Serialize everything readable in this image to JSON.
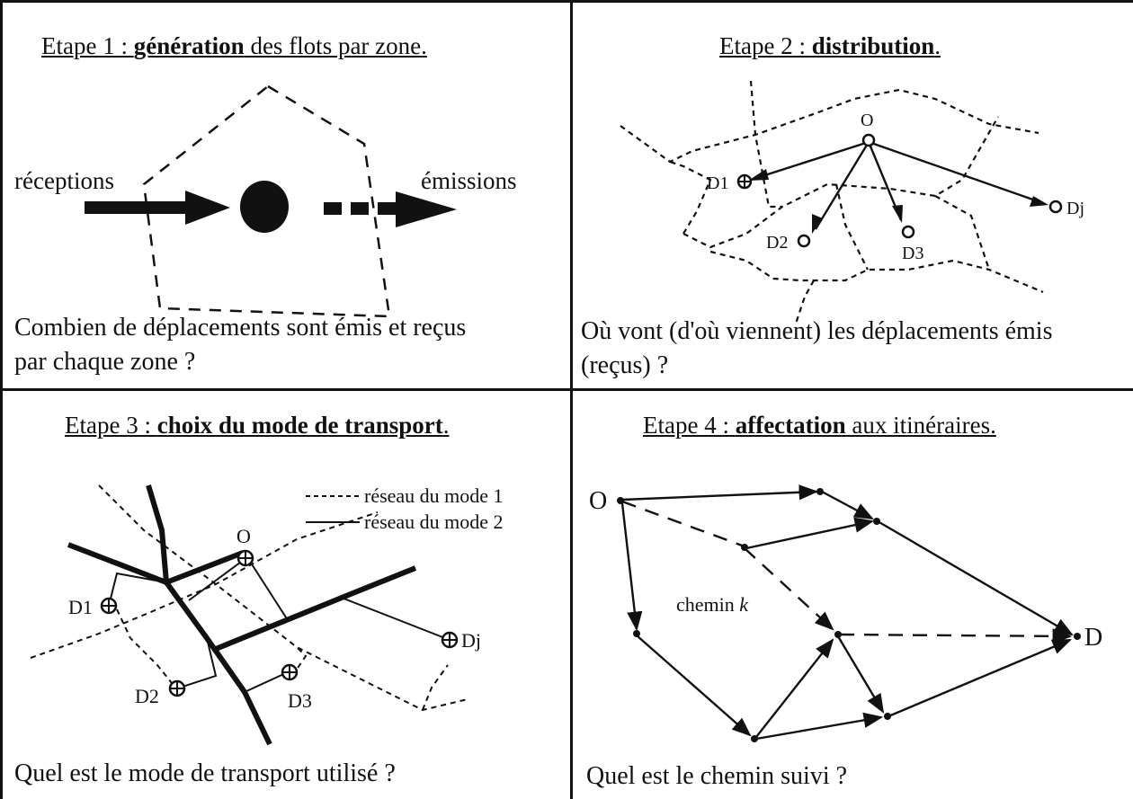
{
  "panels": [
    {
      "title_prefix": "Etape 1 : ",
      "title_bold": "génération",
      "title_suffix": " des flots par zone.",
      "caption_line1": "Combien de déplacements sont émis et reçus",
      "caption_line2": "par chaque zone ?",
      "labels": {
        "receptions": "réceptions",
        "emissions": "émissions"
      }
    },
    {
      "title_prefix": "Etape 2 : ",
      "title_bold": "distribution",
      "title_suffix": ".",
      "caption_line1": "Où vont (d'où viennent) les déplacements émis",
      "caption_line2": "(reçus) ?",
      "labels": {
        "origin": "O",
        "d1": "D1",
        "d2": "D2",
        "d3": "D3",
        "dj": "Dj"
      }
    },
    {
      "title_prefix": "Etape 3 : ",
      "title_bold": "choix du mode de transport",
      "title_suffix": ".",
      "caption_line1": "Quel est le mode de transport utilisé ?",
      "labels": {
        "legend_mode1": "réseau du mode 1",
        "legend_mode2": "réseau du mode 2",
        "origin": "O",
        "d1": "D1",
        "d2": "D2",
        "d3": "D3",
        "dj": "Dj"
      }
    },
    {
      "title_prefix": "Etape 4 : ",
      "title_bold": "affectation",
      "title_suffix": " aux itinéraires.",
      "caption_line1": "Quel est le chemin suivi ?",
      "labels": {
        "origin": "O",
        "dest": "D",
        "path": "chemin",
        "path_var": "k"
      }
    }
  ]
}
